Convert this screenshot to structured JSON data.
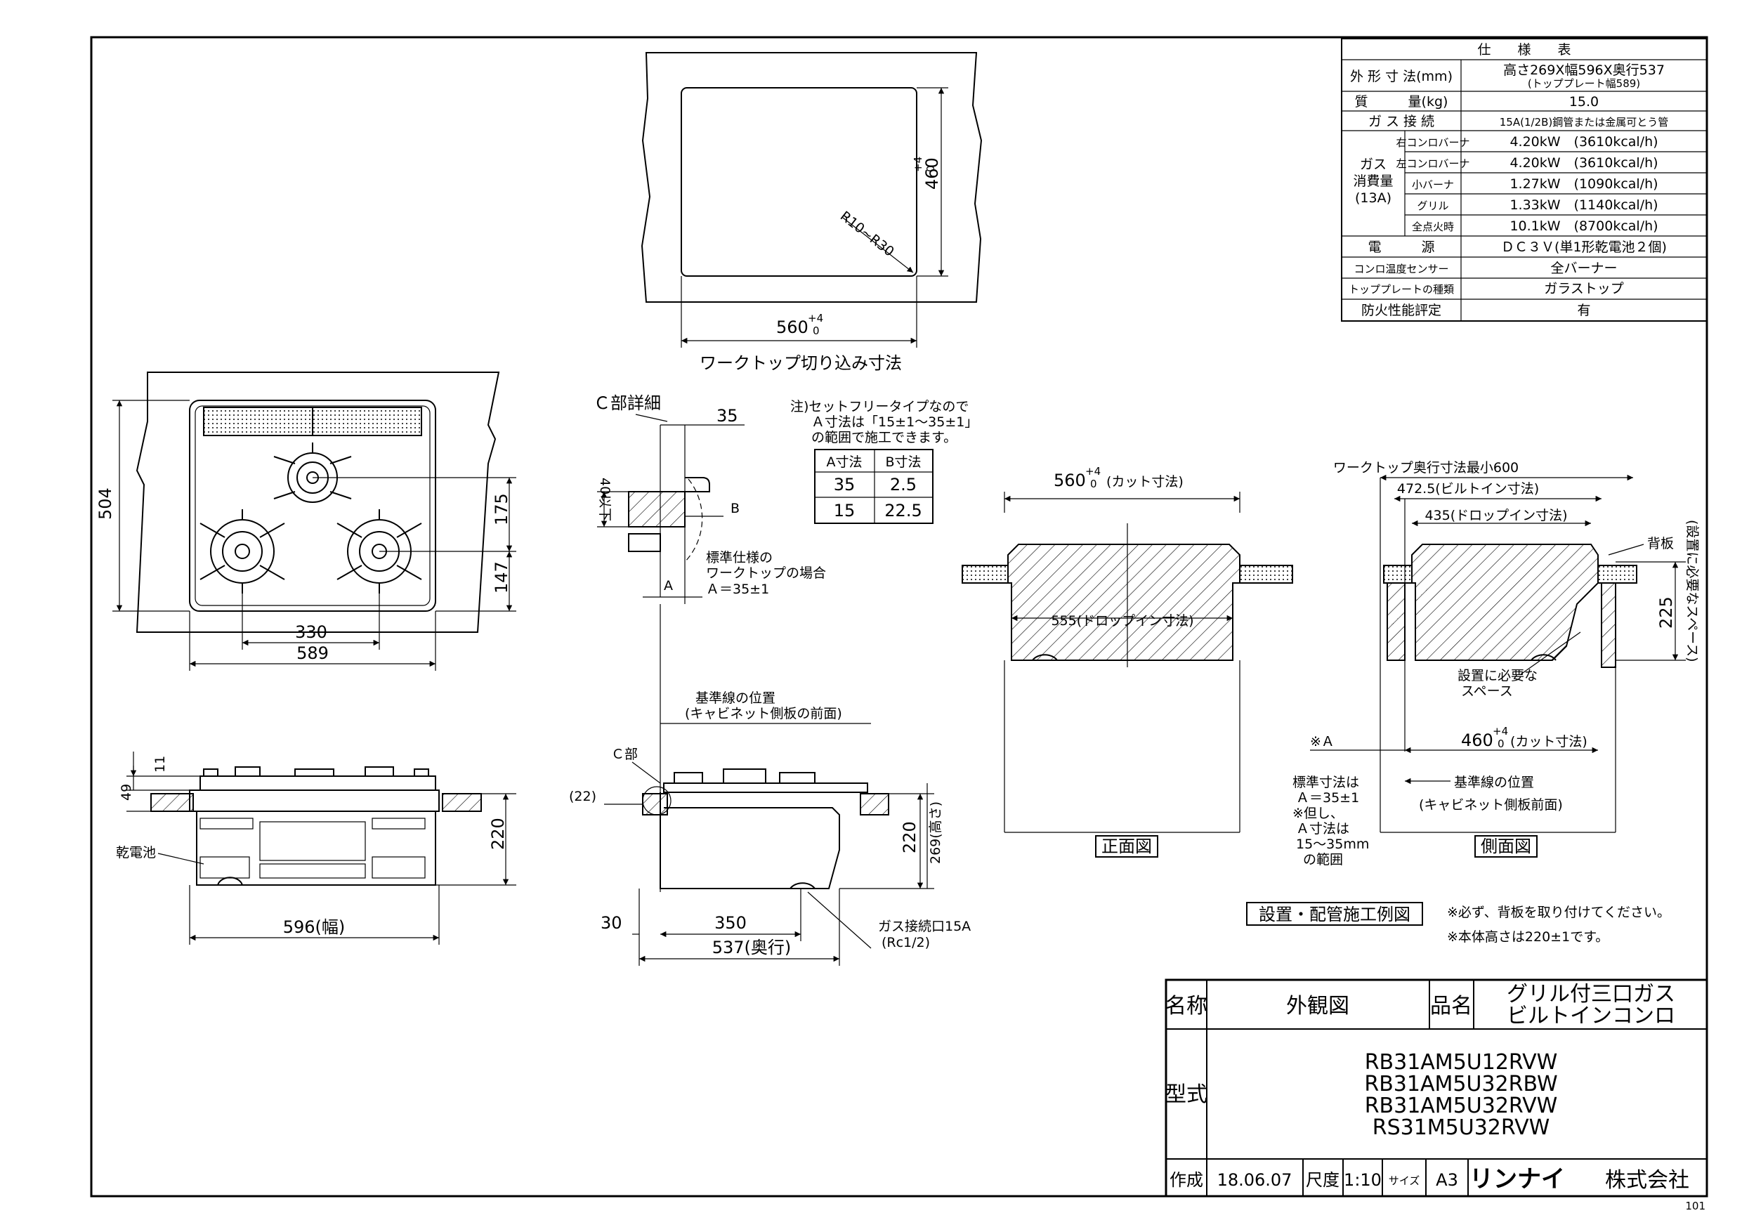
{
  "spec_table": {
    "header": "仕　　様　　表",
    "rows": [
      {
        "label": "外 形 寸 法(mm)",
        "value": "高さ269X幅596X奥行537",
        "sub": "(トッププレート幅589)"
      },
      {
        "label": "質　　　量(kg)",
        "value": "15.0"
      },
      {
        "label": "ガ ス 接 続",
        "value": "15A(1/2B)鋼管または金属可とう管"
      },
      {
        "label": "電　　　源",
        "value": "ＤＣ３Ｖ(単1形乾電池２個)"
      },
      {
        "label": "コンロ温度センサー",
        "value": "全バーナー"
      },
      {
        "label": "トッププレートの種類",
        "value": "ガラストップ"
      },
      {
        "label": "防火性能評定",
        "value": "有"
      }
    ],
    "gas_group_label": [
      "ガス",
      "消費量",
      "(13A)"
    ],
    "gas_rows": [
      {
        "label": "右コンロバーナ",
        "value": "4.20kW　(3610kcal/h)"
      },
      {
        "label": "左コンロバーナ",
        "value": "4.20kW　(3610kcal/h)"
      },
      {
        "label": "小バーナ",
        "value": "1.27kW　(1090kcal/h)"
      },
      {
        "label": "グリル",
        "value": "1.33kW　(1140kcal/h)"
      },
      {
        "label": "全点火時",
        "value": "10.1kW　(8700kcal/h)"
      }
    ]
  },
  "cutout": {
    "caption": "ワークトップ切り込み寸法",
    "width_dim": "560",
    "height_dim": "460",
    "tol_plus": "+4",
    "tol_zero": "0",
    "radius": "R10~R30"
  },
  "plan_view": {
    "dim_504": "504",
    "dim_175": "175",
    "dim_147": "147",
    "dim_330": "330",
    "dim_589": "589"
  },
  "front_view": {
    "dim_11": "11",
    "dim_49": "49",
    "dim_220": "220",
    "dim_596": "596(幅)",
    "battery": "乾電池"
  },
  "detail_c": {
    "title": "Ｃ部詳細",
    "dim_35": "35",
    "dim_40": "40以下",
    "label_b": "B",
    "label_a": "A",
    "note_std": [
      "標準仕様の",
      "ワークトップの場合",
      "Ａ＝35±1"
    ]
  },
  "note_setfree": {
    "lines": [
      "注)セットフリータイプなので",
      "Ａ寸法は「15±1～35±1」",
      "の範囲で施工できます。"
    ],
    "table_headers": [
      "A寸法",
      "B寸法"
    ],
    "table_rows": [
      [
        "35",
        "2.5"
      ],
      [
        "15",
        "22.5"
      ]
    ]
  },
  "side_view": {
    "reference_line": [
      "基準線の位置",
      "(キャビネット側板の前面)"
    ],
    "c_part": "Ｃ部",
    "dim_22": "(22)",
    "dim_220": "220",
    "dim_269": "269(高さ)",
    "dim_30": "30",
    "dim_350": "350",
    "dim_537": "537(奥行)",
    "gas_inlet": [
      "ガス接続口15A",
      "(Rc1/2)"
    ]
  },
  "install_front": {
    "cut_dim": "560",
    "cut_label": "(カット寸法)",
    "tol_plus": "+4",
    "tol_zero": "0",
    "dropin": "555(ドロップイン寸法)",
    "caption": "正面図"
  },
  "install_side": {
    "depth_min": "ワークトップ奥行寸法最小600",
    "builtin": "472.5(ビルトイン寸法)",
    "dropin": "435(ドロップイン寸法)",
    "back_plate": "背板",
    "space_note": "(設置に必要なスペース)",
    "dim_225": "225",
    "space_label": [
      "設置に必要な",
      "スペース"
    ],
    "star_a": "※Ａ",
    "cut_dim": "460",
    "cut_label": "(カット寸法)",
    "tol_plus": "+4",
    "tol_zero": "0",
    "ref_line": [
      "基準線の位置",
      "(キャビネット側板前面)"
    ],
    "std_note": [
      "標準寸法は",
      "Ａ＝35±1",
      "※但し、",
      "Ａ寸法は",
      "15～35mm",
      "の範囲"
    ],
    "caption": "側面図"
  },
  "install_caption": "設置・配管施工例図",
  "notes": [
    "※必ず、背板を取り付けてください。",
    "※本体高さは220±1です。"
  ],
  "title_block": {
    "name_label": "名称",
    "name_value": "外観図",
    "product_label": "品名",
    "product_value": [
      "グリル付三口ガス",
      "ビルトインコンロ"
    ],
    "model_label": "型式",
    "models": [
      "RB31AM5U12RVW",
      "RB31AM5U32RBW",
      "RB31AM5U32RVW",
      "RS31M5U32RVW"
    ],
    "made_label": "作成",
    "made_value": "18.06.07",
    "scale_label": "尺度",
    "scale_value": "1:10",
    "size_label": "サイズ",
    "size_value": "A3",
    "company_brand": "リンナイ",
    "company_suffix": "株式会社"
  },
  "page_number": "101"
}
